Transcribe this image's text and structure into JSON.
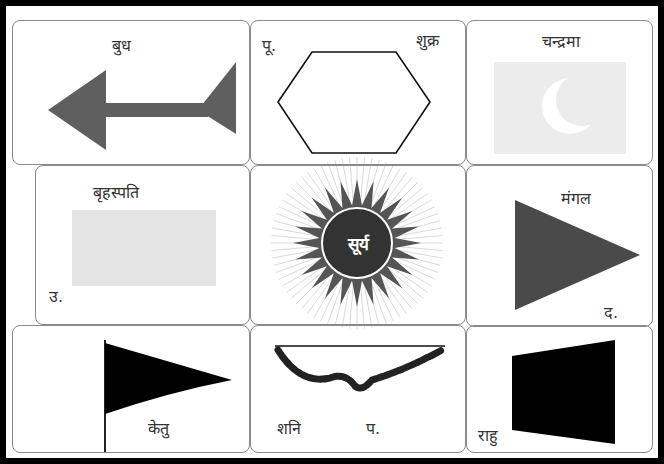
{
  "diagram": {
    "nodes": [
      {
        "text": [
          "बुध"
        ]
      },
      {
        "text": [
          "पू.",
          "शुक्र"
        ]
      },
      {
        "text": [
          "चन्द्रमा"
        ]
      },
      {
        "text": [
          "बृहस्पति",
          "उ."
        ]
      },
      {
        "text": [
          "सूर्य"
        ]
      },
      {
        "text": [
          "मंगल",
          "द."
        ]
      },
      {
        "text": [
          "केतु"
        ]
      },
      {
        "text": [
          "शनि",
          "प."
        ]
      },
      {
        "text": [
          "राहु"
        ]
      }
    ]
  }
}
